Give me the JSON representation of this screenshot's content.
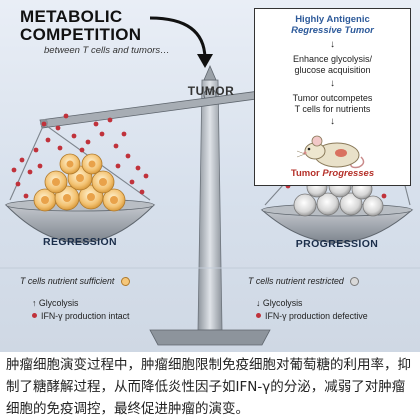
{
  "title": {
    "line1": "METABOLIC",
    "line2": "COMPETITION",
    "subtitle": "between T cells and tumors…"
  },
  "center_label": "TUMOR",
  "mechanism_box": {
    "title_line1": "Highly Antigenic",
    "title_line2": "Regressive Tumor",
    "step1_line1": "Enhance glycolysis/",
    "step1_line2": "glucose acquisition",
    "step2_line1": "Tumor outcompetes",
    "step2_line2": "T cells for nutrients",
    "final_word": "Tumor",
    "final_italic": "Progresses",
    "arrow_glyph": "↓"
  },
  "left_pan": {
    "label": "REGRESSION",
    "status_text": "T cells nutrient sufficient",
    "glycolysis_text": "Glycolysis",
    "glycolysis_arrow": "↑",
    "ifn_text": "IFN-γ production intact"
  },
  "right_pan": {
    "label": "PROGRESSION",
    "status_text": "T cells nutrient restricted",
    "glycolysis_text": "Glycolysis",
    "glycolysis_arrow": "↓",
    "ifn_text": "IFN-γ production defective"
  },
  "caption": "肿瘤细胞演变过程中，肿瘤细胞限制免疫细胞对葡萄糖的利用率，抑制了糖酵解过程，从而降低炎性因子如IFN-γ的分泌，减弱了对肿瘤细胞的免疫调控，最终促进肿瘤的演变。",
  "colors": {
    "glucose_dot": "#c0323b",
    "healthy_cell_fill": "#f5c77a",
    "starved_cell_fill": "#d9d9d9",
    "box_title": "#2d5a9a",
    "progress_text": "#b5312a"
  },
  "icons": {
    "mouse": "mouse-icon",
    "pointer_arrow": "curved-arrow-icon"
  }
}
